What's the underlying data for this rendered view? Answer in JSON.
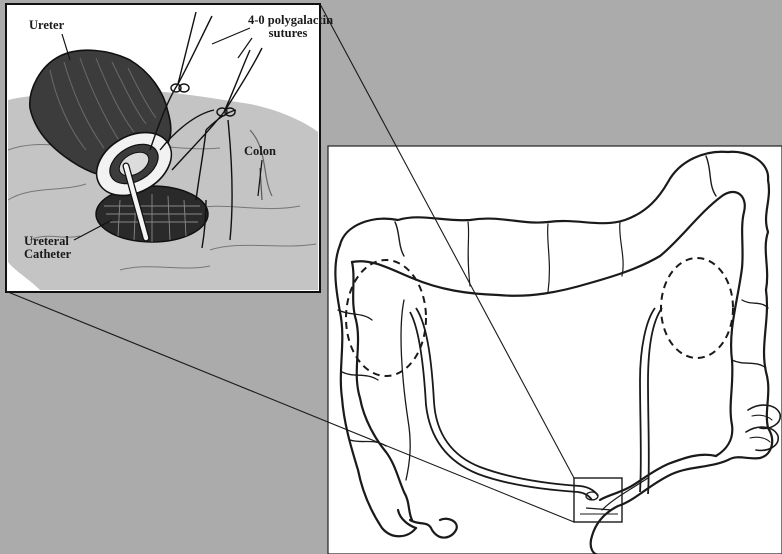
{
  "inset": {
    "labels": {
      "ureter": "Ureter",
      "sutures_line1": "4-0 polygalactin",
      "sutures_line2": "sutures",
      "colon": "Colon",
      "catheter_line1": "Ureteral",
      "catheter_line2": "Catheter"
    }
  },
  "colors": {
    "background": "#ababab",
    "panel": "#ffffff",
    "ink": "#1a1a1a",
    "ureter_fill": "#3c3c3c",
    "tissue": "#bfbfbf"
  }
}
